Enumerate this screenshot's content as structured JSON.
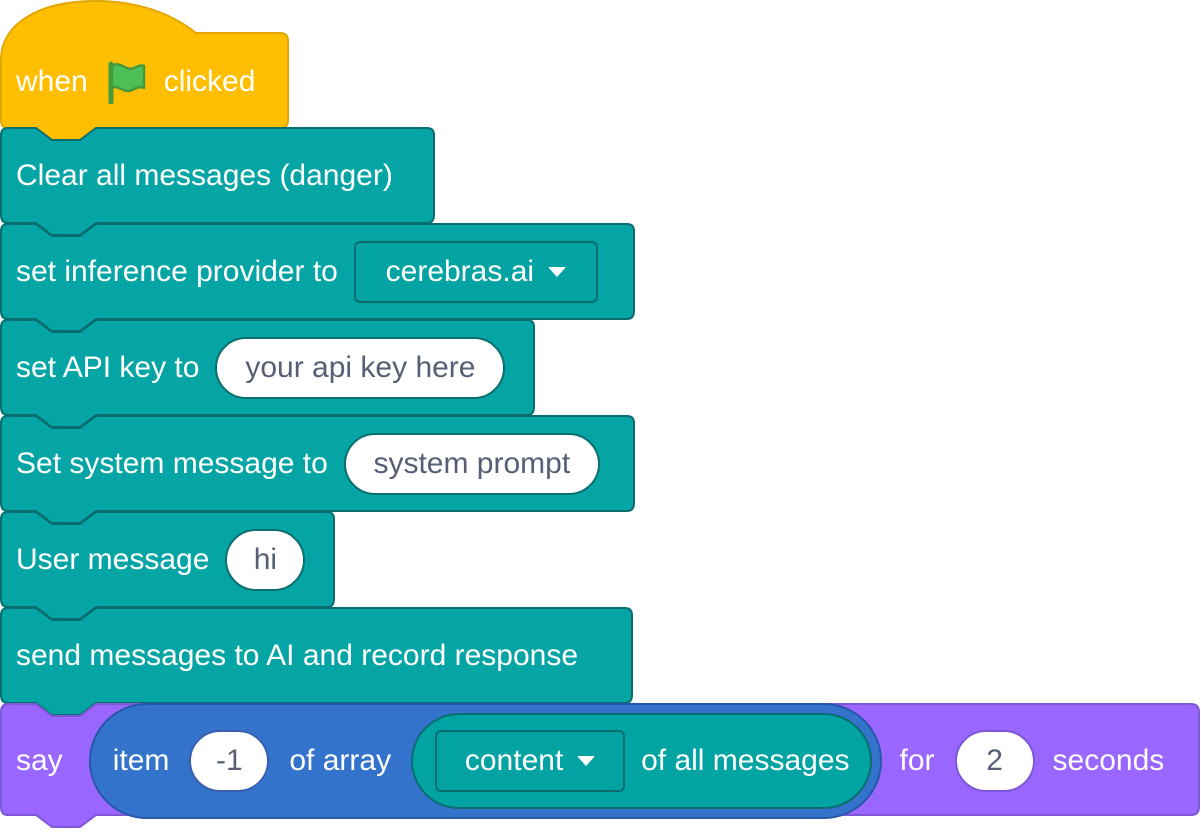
{
  "hat": {
    "when": "when",
    "clicked": "clicked",
    "flag_icon": "green-flag-icon"
  },
  "blocks": {
    "clear": {
      "label": "Clear all messages (danger)"
    },
    "provider": {
      "label": "set inference provider to",
      "value": "cerebras.ai"
    },
    "apikey": {
      "label": "set API key to",
      "value": "your api key here"
    },
    "system": {
      "label": "Set system message to",
      "value": "system prompt"
    },
    "user": {
      "label": "User message",
      "value": "hi"
    },
    "send": {
      "label": "send messages to AI and record response"
    },
    "say": {
      "say": "say",
      "item": "item",
      "index": "-1",
      "of_array": "of array",
      "field": "content",
      "of_all": "of all messages",
      "for": "for",
      "secs_value": "2",
      "seconds": "seconds"
    }
  },
  "colors": {
    "events": "#ffbf00",
    "extension": "#05a5a5",
    "looks": "#9966ff",
    "operator": "#3373cc"
  }
}
